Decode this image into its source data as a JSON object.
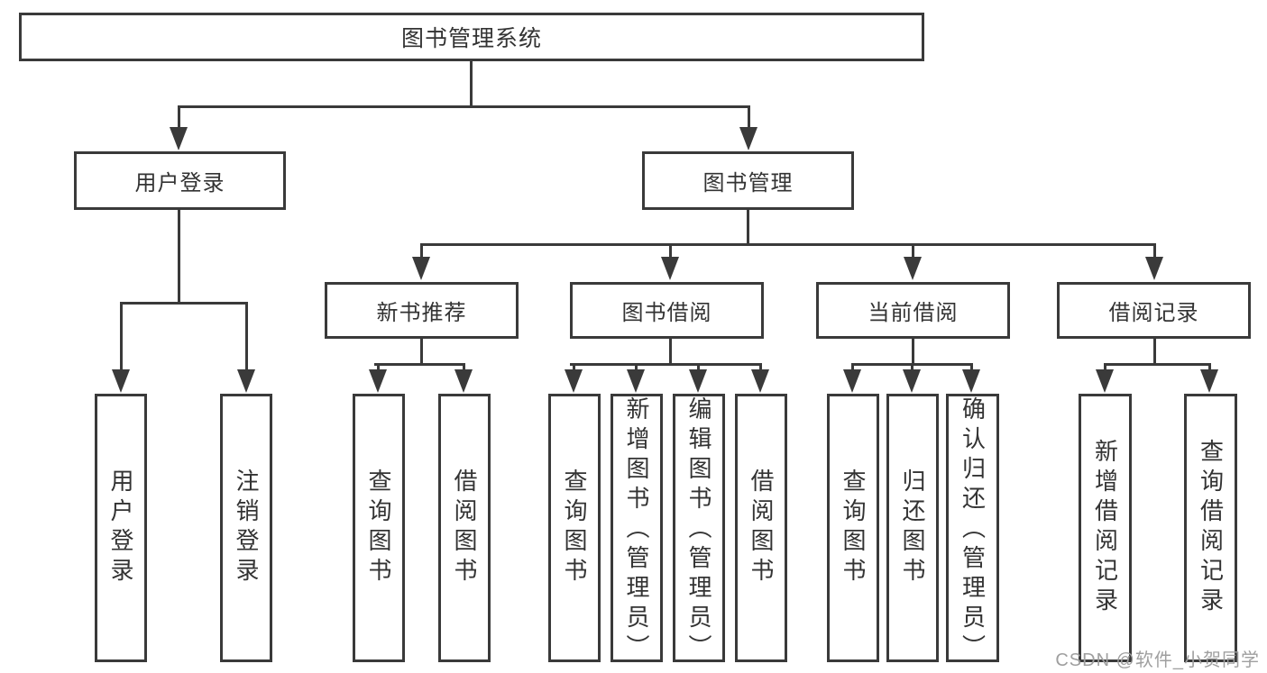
{
  "diagram": {
    "root": {
      "label": "图书管理系统"
    },
    "branches": [
      {
        "label": "用户登录",
        "children": [
          {
            "label": "用户登录"
          },
          {
            "label": "注销登录"
          }
        ]
      },
      {
        "label": "图书管理",
        "children": [
          {
            "label": "新书推荐",
            "children": [
              {
                "label": "查询图书"
              },
              {
                "label": "借阅图书"
              }
            ]
          },
          {
            "label": "图书借阅",
            "children": [
              {
                "label": "查询图书"
              },
              {
                "label": "新增图书（管理员）"
              },
              {
                "label": "编辑图书（管理员）"
              },
              {
                "label": "借阅图书"
              }
            ]
          },
          {
            "label": "当前借阅",
            "children": [
              {
                "label": "查询图书"
              },
              {
                "label": "归还图书"
              },
              {
                "label": "确认归还（管理员）"
              }
            ]
          },
          {
            "label": "借阅记录",
            "children": [
              {
                "label": "新增借阅记录"
              },
              {
                "label": "查询借阅记录"
              }
            ]
          }
        ]
      }
    ],
    "colors": {
      "line": "#3a3a3a",
      "text": "#333333",
      "background": "#ffffff",
      "watermark": "#9f9f9f"
    }
  },
  "watermark": {
    "text": "CSDN @软件_小贺同学"
  }
}
